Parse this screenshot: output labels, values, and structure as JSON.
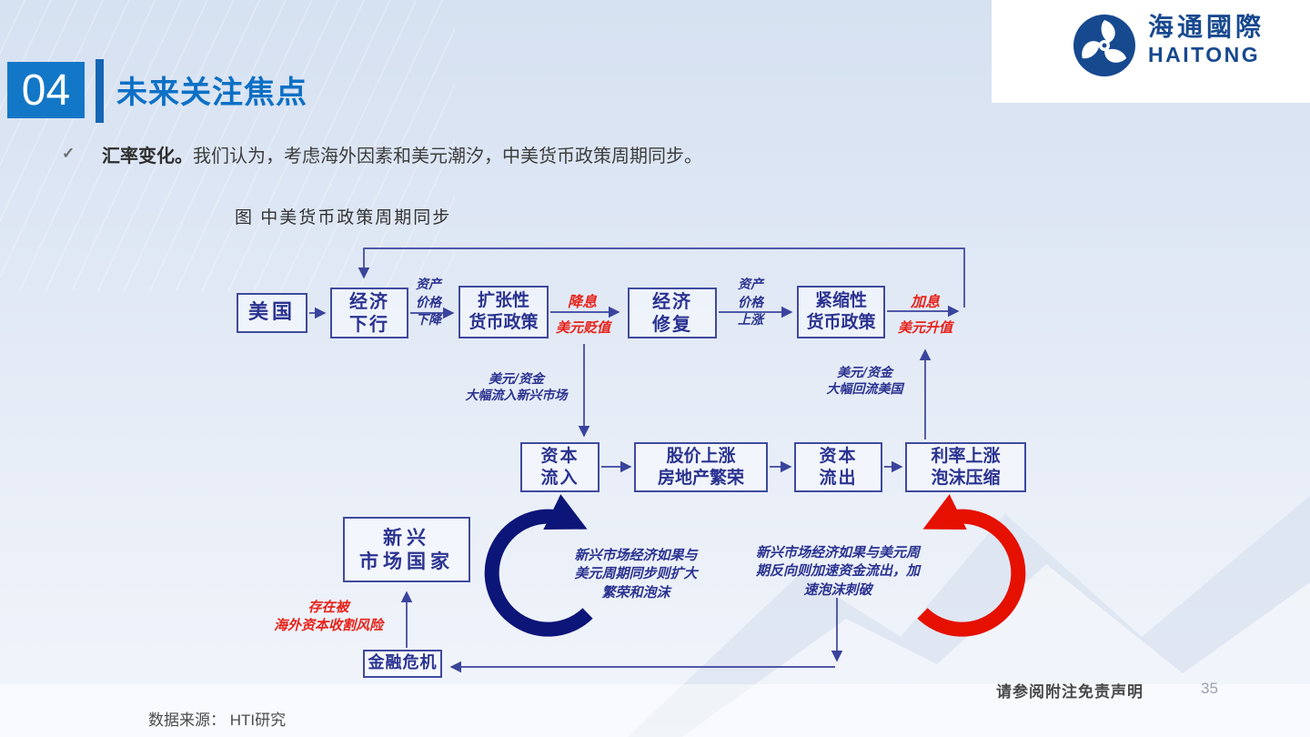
{
  "header": {
    "section_number": "04",
    "title": "未来关注焦点"
  },
  "logo": {
    "name_cn": "海通國際",
    "name_en": "HAITONG"
  },
  "bullet": {
    "check_icon": "✓",
    "lead_bold": "汇率变化。",
    "text": "我们认为，考虑海外因素和美元潮汐，中美货币政策周期同步。"
  },
  "figure": {
    "caption": "图 中美货币政策周期同步"
  },
  "flowchart": {
    "boxes": {
      "us": "美国",
      "econ_down": "经济\n下行",
      "expansion": "扩张性\n货币政策",
      "recovery": "经济\n修复",
      "tighten": "紧缩性\n货币政策",
      "capital_in": "资本\n流入",
      "boom": "股价上涨\n房地产繁荣",
      "capital_out": "资本\n流出",
      "rate_up": "利率上涨\n泡沫压缩",
      "emerging": "新兴\n市场国家",
      "crisis": "金融危机"
    },
    "edge_labels": {
      "asset_down": "资产\n价格\n下降",
      "asset_up": "资产\n价格\n上涨",
      "rate_cut": "降息",
      "usd_depreciate": "美元贬值",
      "rate_hike": "加息",
      "usd_appreciate": "美元升值",
      "usd_inflow": "美元/资金\n大幅流入新兴市场",
      "usd_outflow": "美元/资金\n大幅回流美国"
    },
    "notes": {
      "sync": "新兴市场经济如果与\n美元周期同步则扩大\n繁荣和泡沫",
      "desync": "新兴市场经济如果与美元周\n期反向则加速资金流出，加\n速泡沫刺破",
      "harvest_risk": "存在被\n海外资本收割风险"
    }
  },
  "footer": {
    "source": "数据来源： HTI研究",
    "disclaimer": "请参阅附注免责声明",
    "page_number": "35"
  },
  "colors": {
    "accent_blue": "#1377c7",
    "title_blue": "#0d70c5",
    "flow_navy": "#333d96",
    "label_red": "#e8221a",
    "loop_blue": "#0c1578",
    "loop_red": "#e51000",
    "logo_navy": "#17498f"
  }
}
